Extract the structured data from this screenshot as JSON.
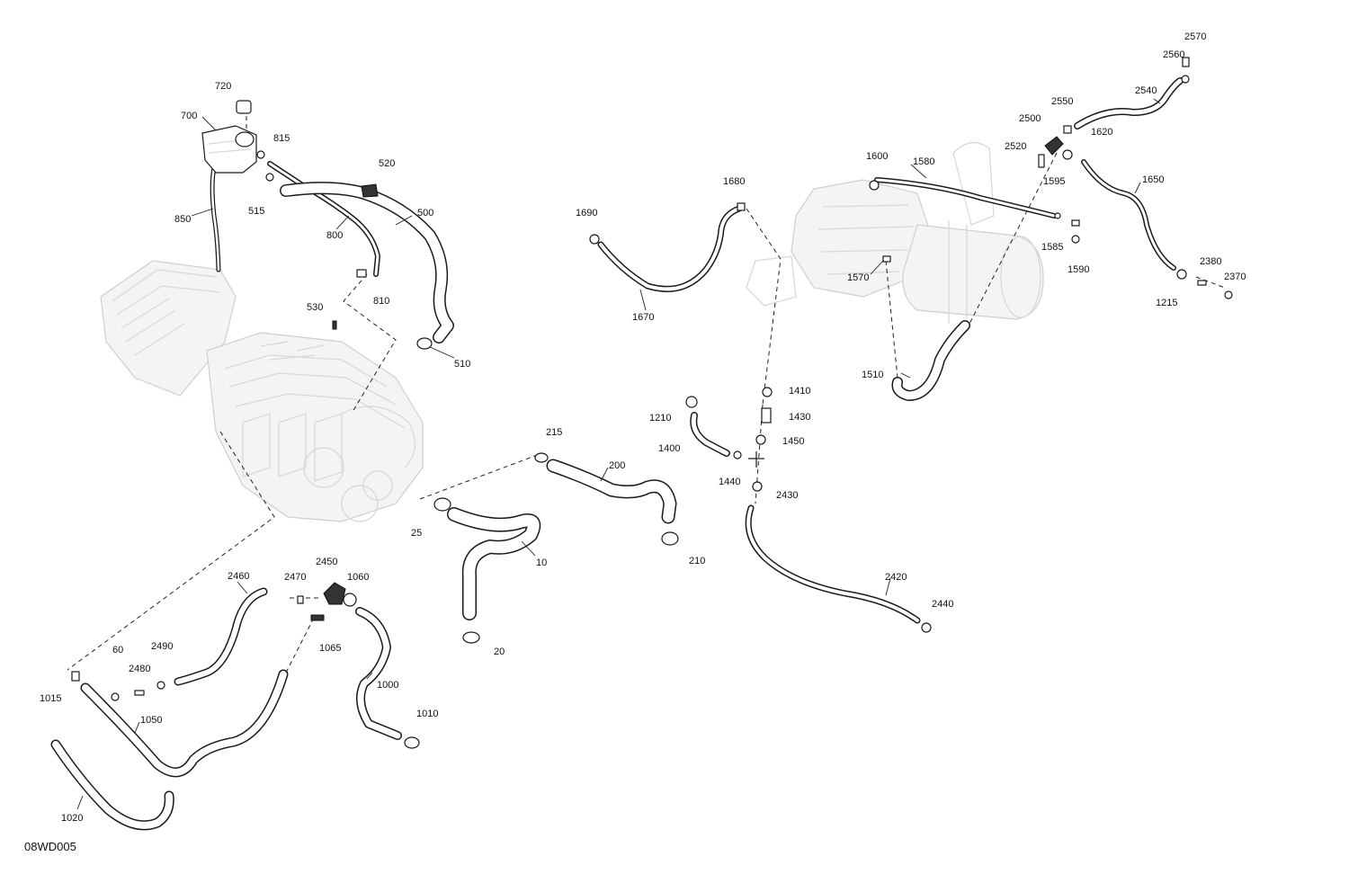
{
  "diagram": {
    "reference_code": "08WD005",
    "callouts": {
      "c720": "720",
      "c700": "700",
      "c815": "815",
      "c520": "520",
      "c515": "515",
      "c850": "850",
      "c500": "500",
      "c800": "800",
      "c810": "810",
      "c530": "530",
      "c510": "510",
      "c1690": "1690",
      "c1680": "1680",
      "c1670": "1670",
      "c1600": "1600",
      "c1580": "1580",
      "c1570": "1570",
      "c1510": "1510",
      "c2570": "2570",
      "c2560": "2560",
      "c2540": "2540",
      "c2550": "2550",
      "c2500": "2500",
      "c1620": "1620",
      "c2520": "2520",
      "c1595": "1595",
      "c1650": "1650",
      "c1585": "1585",
      "c1590": "1590",
      "c2380": "2380",
      "c2370": "2370",
      "c1215": "1215",
      "c1410": "1410",
      "c1430": "1430",
      "c1210": "1210",
      "c1450": "1450",
      "c1400": "1400",
      "c1440": "1440",
      "c2430": "2430",
      "c2420": "2420",
      "c2440": "2440",
      "c215": "215",
      "c200": "200",
      "c210": "210",
      "c25": "25",
      "c10": "10",
      "c20": "20",
      "c2460": "2460",
      "c2470": "2470",
      "c2450": "2450",
      "c1060": "1060",
      "c1065": "1065",
      "c60": "60",
      "c2490": "2490",
      "c2480": "2480",
      "c1015": "1015",
      "c1000": "1000",
      "c1050": "1050",
      "c1010": "1010",
      "c1020": "1020"
    }
  }
}
